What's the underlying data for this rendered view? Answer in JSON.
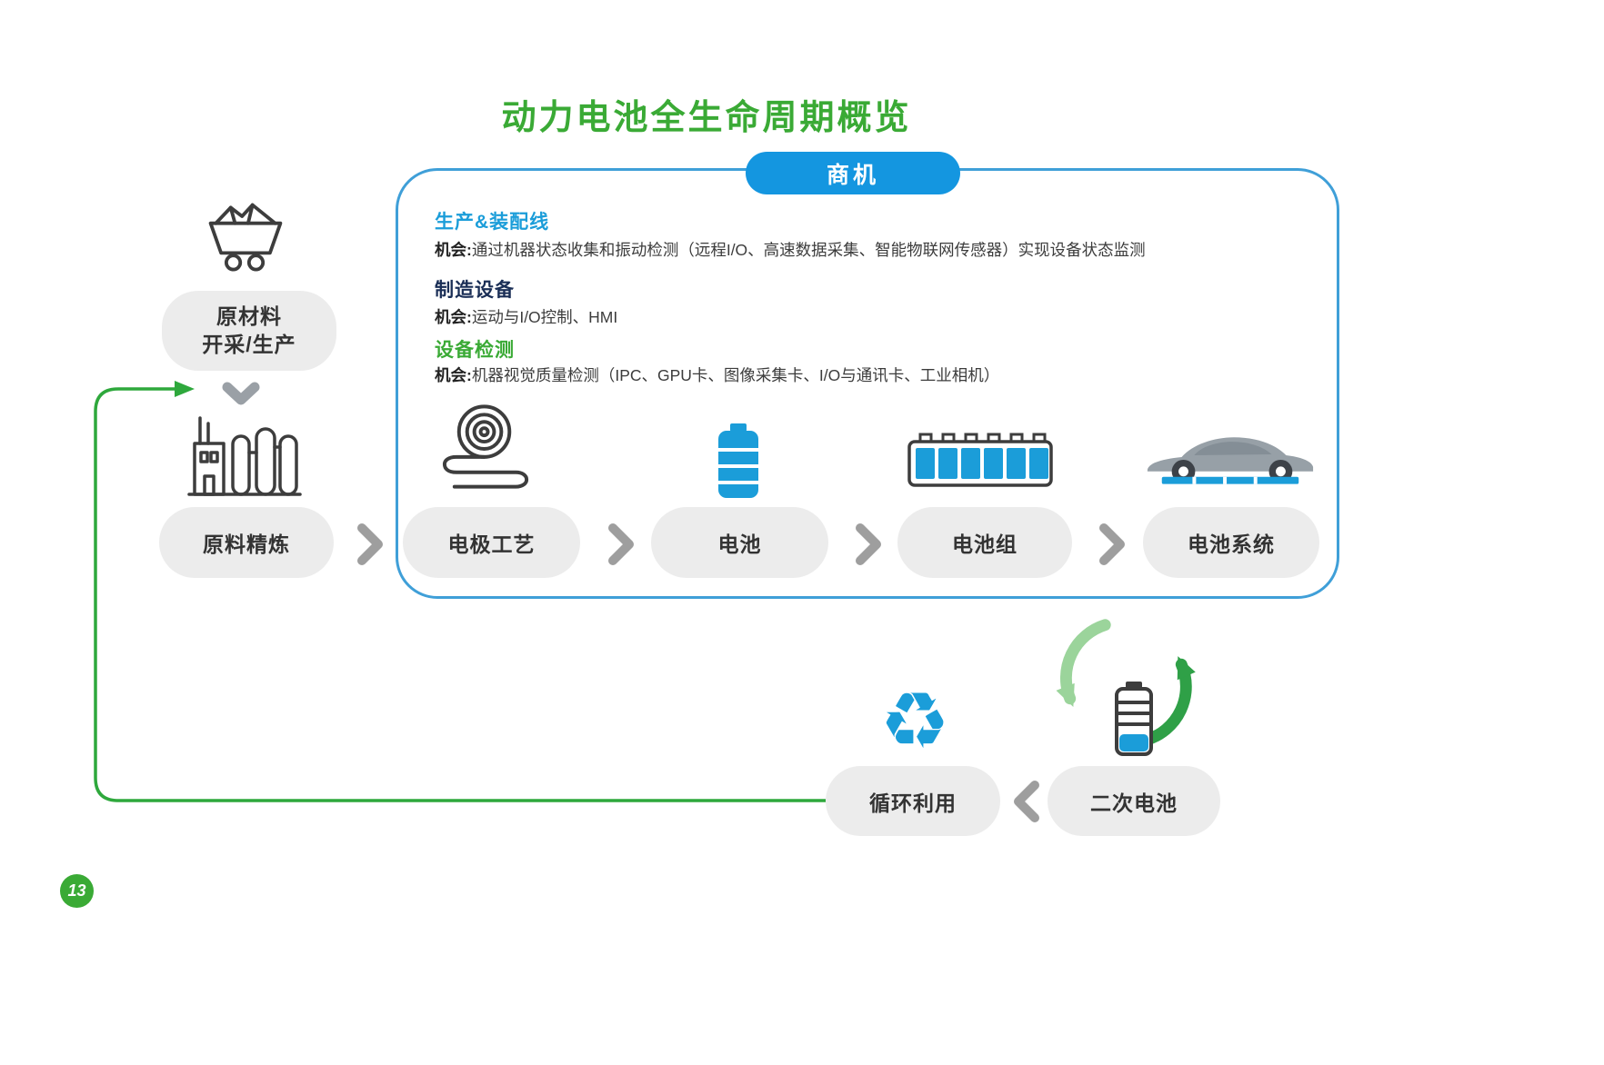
{
  "title": "动力电池全生命周期概览",
  "page_number": "13",
  "opportunity_box": {
    "badge": "商机",
    "sections": [
      {
        "heading": "生产&装配线",
        "label": "机会:",
        "text": "通过机器状态收集和振动检测（远程I/O、高速数据采集、智能物联网传感器）实现设备状态监测"
      },
      {
        "heading": "制造设备",
        "label": "机会:",
        "text": "运动与I/O控制、HMI"
      },
      {
        "heading": "设备检测",
        "label": "机会:",
        "text": "机器视觉质量检测（IPC、GPU卡、图像采集卡、I/O与通讯卡、工业相机）"
      }
    ],
    "stages": [
      {
        "label": "电极工艺",
        "icon": "electrode-coil-icon"
      },
      {
        "label": "电池",
        "icon": "battery-cell-icon"
      },
      {
        "label": "电池组",
        "icon": "battery-pack-icon"
      },
      {
        "label": "电池系统",
        "icon": "ev-car-icon"
      }
    ]
  },
  "upstream": {
    "mining_line1": "原材料",
    "mining_line2": "开采/生产",
    "refining": "原料精炼"
  },
  "recycling": {
    "recycle_label": "循环利用",
    "secondary_label": "二次电池",
    "recycle_glyph": "♻"
  },
  "colors": {
    "green": "#3aaa35",
    "light_green": "#a5d6a5",
    "blue": "#1b9dd9",
    "badge_blue": "#1496e0",
    "navy": "#1a2e56",
    "pill_gray": "#ececec"
  }
}
